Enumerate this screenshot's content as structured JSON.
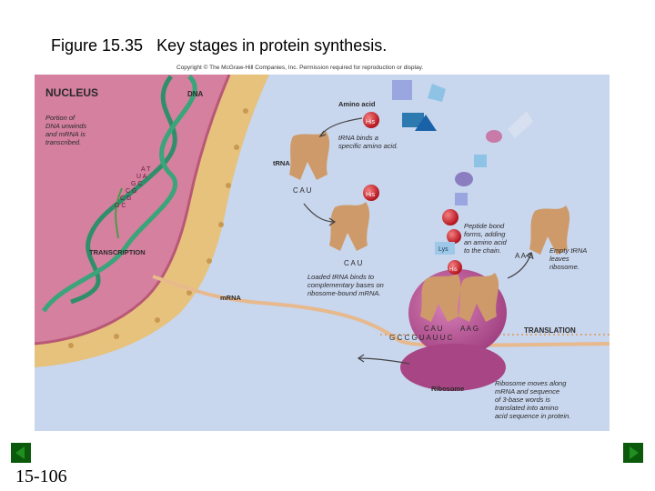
{
  "slide": {
    "title": "Figure 15.35   Key stages in protein synthesis.",
    "copyright": "Copyright © The McGraw-Hill Companies, Inc. Permission required for reproduction or display.",
    "page_number": "15-106"
  },
  "diagram": {
    "nucleus": "NUCLEUS",
    "dna": "DNA",
    "transcribed_note": [
      "Portion of",
      "DNA unwinds",
      "and mRNA is",
      "transcribed."
    ],
    "transcription": "TRANSCRIPTION",
    "amino_acid": "Amino acid",
    "trna_binds_note": [
      "tRNA binds a",
      "specific amino acid."
    ],
    "trna": "tRNA",
    "his": "His",
    "lys": "Lys",
    "codon_cau": "C A U",
    "codon_aag": "A A G",
    "peptide_note": [
      "Peptide bond",
      "forms, adding",
      "an amino acid",
      "to the chain."
    ],
    "empty_trna_note": [
      "Empty tRNA",
      "leaves",
      "ribosome."
    ],
    "loaded_trna_note": [
      "Loaded tRNA binds to",
      "complementary bases on",
      "ribosome-bound mRNA."
    ],
    "mrna": "mRNA",
    "translation": "TRANSLATION",
    "mrna_bases": "G C C G U A U U C",
    "ribosome": "Ribosome",
    "ribosome_note": [
      "Ribosome moves along",
      "mRNA and sequence",
      "of 3-base words is",
      "translated into amino",
      "acid sequence in protein."
    ],
    "dna_letters": [
      "A T",
      "U A",
      "G C",
      "C G",
      "C G",
      "G C"
    ]
  },
  "colors": {
    "background": "#c8d6ee",
    "nucleus_interior": "#d4809e",
    "nuclear_envelope": "#e6c27d",
    "ribosome": "#b04a90",
    "trna": "#cf9a6a",
    "mrna": "#e7b98c",
    "amino_red": "#c8202c",
    "nav_green": "#0b5a0b"
  }
}
